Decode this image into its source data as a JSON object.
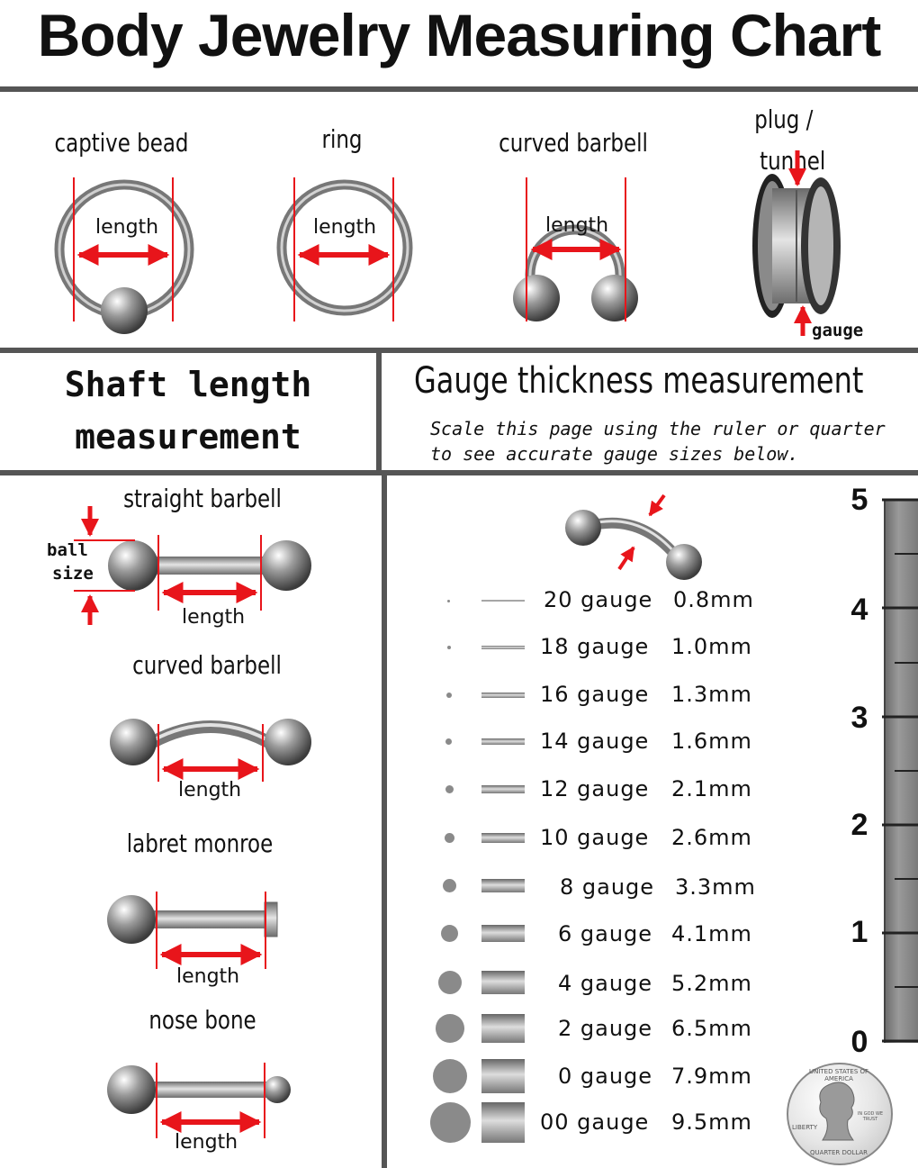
{
  "title": "Body Jewelry Measuring Chart",
  "top_items": [
    {
      "label": "captive bead",
      "measure": "length"
    },
    {
      "label": "ring",
      "measure": "length"
    },
    {
      "label": "curved barbell",
      "measure": "length"
    },
    {
      "label": "plug / tunnel",
      "label_line1": "plug /",
      "label_line2": "tunnel",
      "measure": "gauge"
    }
  ],
  "shaft": {
    "heading_line1": "Shaft length",
    "heading_line2": "measurement",
    "items": [
      {
        "label": "straight barbell",
        "measure": "length",
        "ball_label_1": "ball",
        "ball_label_2": "size"
      },
      {
        "label": "curved barbell",
        "measure": "length"
      },
      {
        "label": "labret monroe",
        "measure": "length"
      },
      {
        "label": "nose bone",
        "measure": "length"
      }
    ]
  },
  "gauge_section": {
    "heading": "Gauge thickness measurement",
    "note_line1": "Scale this page using the ruler or quarter",
    "note_line2": "to see accurate gauge sizes below.",
    "rows": [
      {
        "gauge": "20 gauge",
        "mm": "0.8mm"
      },
      {
        "gauge": "18 gauge",
        "mm": "1.0mm"
      },
      {
        "gauge": "16 gauge",
        "mm": "1.3mm"
      },
      {
        "gauge": "14 gauge",
        "mm": "1.6mm"
      },
      {
        "gauge": "12 gauge",
        "mm": "2.1mm"
      },
      {
        "gauge": "10 gauge",
        "mm": "2.6mm"
      },
      {
        "gauge": "8 gauge",
        "mm": "3.3mm"
      },
      {
        "gauge": "6 gauge",
        "mm": "4.1mm"
      },
      {
        "gauge": "4 gauge",
        "mm": "5.2mm"
      },
      {
        "gauge": "2 gauge",
        "mm": "6.5mm"
      },
      {
        "gauge": "0 gauge",
        "mm": "7.9mm"
      },
      {
        "gauge": "00 gauge",
        "mm": "9.5mm"
      }
    ]
  },
  "ruler": {
    "labels": [
      "5",
      "4",
      "3",
      "2",
      "1",
      "0"
    ]
  },
  "quarter": {
    "top_text": "UNITED STATES OF AMERICA",
    "bottom_text": "QUARTER DOLLAR",
    "liberty": "LIBERTY",
    "motto": "IN GOD WE TRUST"
  },
  "colors": {
    "arrow": "#e8151b",
    "metal": "#9a9a9a",
    "divider": "#555555"
  }
}
